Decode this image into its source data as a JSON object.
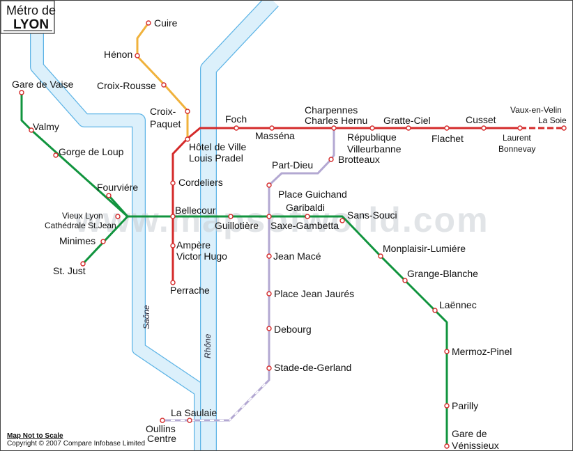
{
  "title": {
    "line1": "Métro de",
    "line2": "LYON"
  },
  "watermark": "www.mapsofworld.com",
  "rivers": {
    "saone": "Saône",
    "rhone": "Rhône"
  },
  "colors": {
    "line_a": "#d42a2a",
    "line_b": "#b3a8d2",
    "line_c": "#f0b23c",
    "line_d": "#11943e",
    "river_fill": "#dcf0fb",
    "river_edge": "#5db4e6"
  },
  "lines": {
    "a": [
      "Perrache",
      "Ampère Victor Hugo",
      "Bellecour",
      "Cordeliers",
      "Hôtel de Ville Louis Pradel",
      "Foch",
      "Masséna",
      "Charpennes Charles Hernu",
      "République Villeurbanne",
      "Gratte-Ciel",
      "Flachet",
      "Cusset",
      "Laurent Bonnevay",
      "Vaux-en-Velin La Soie"
    ],
    "b": [
      "Charpennes Charles Hernu",
      "Brotteaux",
      "Part-Dieu",
      "Place Guichand",
      "Saxe-Gambetta",
      "Jean Macé",
      "Place Jean Jaurés",
      "Debourg",
      "Stade-de-Gerland",
      "Oullins Centre"
    ],
    "c": [
      "Hôtel de Ville Louis Pradel",
      "Croix-Paquet",
      "Croix-Rousse",
      "Hénon",
      "Cuire"
    ],
    "d": [
      "Gare de Vaise",
      "Valmy",
      "Gorge de Loup",
      "Vieux Lyon Cathédrale St.Jean",
      "Bellecour",
      "Guillotière",
      "Saxe-Gambetta",
      "Garibaldi",
      "Sans-Souci",
      "Monplaisir-Lumiére",
      "Grange-Blanche",
      "Laënnec",
      "Mermoz-Pinel",
      "Parilly",
      "Gare de Vénissieux"
    ],
    "funicular": [
      "Fourviére",
      "Minimes",
      "St. Just"
    ]
  },
  "stations": {
    "cuire": "Cuire",
    "henon": "Hénon",
    "croix_rousse": "Croix-Rousse",
    "croix_paquet_1": "Croix-",
    "croix_paquet_2": "Paquet",
    "foch": "Foch",
    "massena": "Masséna",
    "charpennes_1": "Charpennes",
    "charpennes_2": "Charles Hernu",
    "republique_1": "République",
    "republique_2": "Villeurbanne",
    "gratte_ciel": "Gratte-Ciel",
    "flachet": "Flachet",
    "cusset": "Cusset",
    "laurent_1": "Laurent",
    "laurent_2": "Bonnevay",
    "vaulx_1": "Vaux-en-Velin",
    "vaulx_2": "La Soie",
    "hotel_de_ville_1": "Hôtel de Ville",
    "hotel_de_ville_2": "Louis Pradel",
    "brotteaux": "Brotteaux",
    "part_dieu": "Part-Dieu",
    "cordeliers": "Cordeliers",
    "place_guichand": "Place Guichand",
    "garibaldi": "Garibaldi",
    "sans_souci": "Sans-Souci",
    "bellecour": "Bellecour",
    "guillotiere": "Guillotière",
    "saxe_gambetta": "Saxe-Gambetta",
    "vieux_lyon_1": "Vieux Lyon",
    "vieux_lyon_2": "Cathédrale St.Jean",
    "fourviere": "Fourviére",
    "minimes": "Minimes",
    "st_just": "St. Just",
    "gare_de_vaise": "Gare de Vaise",
    "valmy": "Valmy",
    "gorge_de_loup": "Gorge de Loup",
    "ampere_1": "Ampère",
    "ampere_2": "Victor Hugo",
    "perrache": "Perrache",
    "jean_mace": "Jean Macé",
    "jean_jaures": "Place Jean Jaurés",
    "debourg": "Debourg",
    "stade_gerland": "Stade-de-Gerland",
    "la_saulaie": "La Saulaie",
    "oullins_1": "Oullins",
    "oullins_2": "Centre",
    "monplaisir": "Monplaisir-Lumiére",
    "grange_blanche": "Grange-Blanche",
    "laennec": "Laënnec",
    "mermoz": "Mermoz-Pinel",
    "parilly": "Parilly",
    "venissieux_1": "Gare de",
    "venissieux_2": "Vénissieux"
  },
  "footer": {
    "note": "Map Not to Scale",
    "copyright": "Copyright © 2007 Compare Infobase Limited"
  }
}
